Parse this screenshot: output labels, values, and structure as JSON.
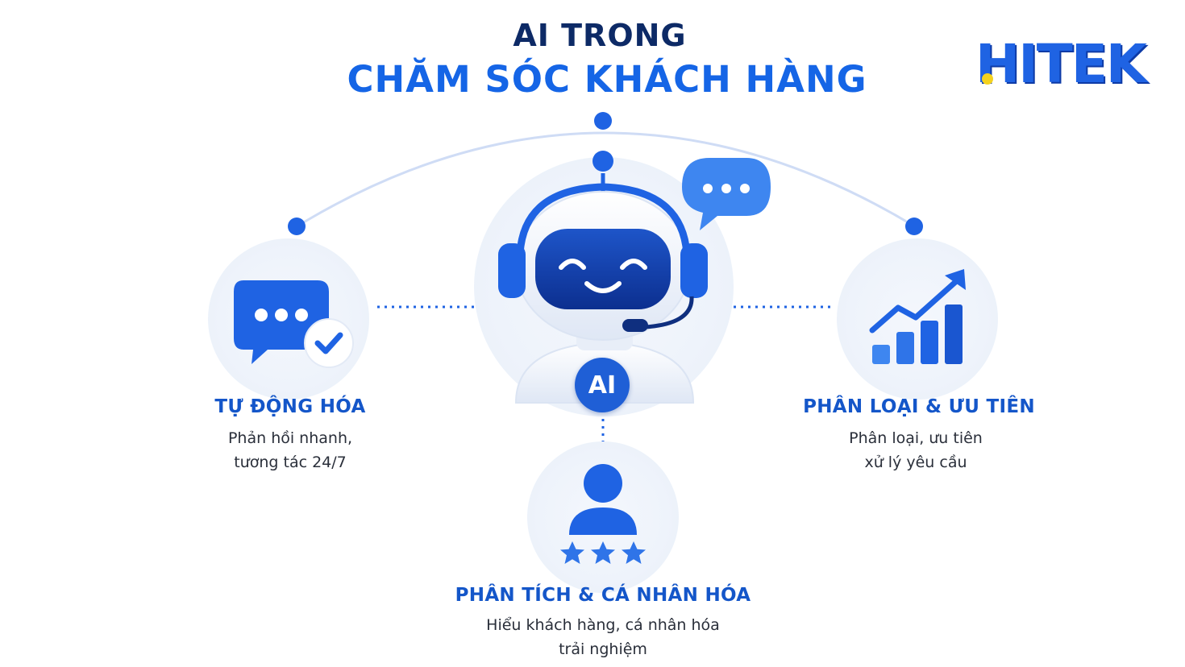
{
  "title": {
    "line1": "AI TRONG",
    "line2": "CHĂM SÓC KHÁCH HÀNG"
  },
  "logo": {
    "text": "HITEK",
    "colors": {
      "primary": "#1f63e3",
      "dot": "#f4d21e"
    }
  },
  "center": {
    "badge": "AI",
    "icon": "robot-headset-icon",
    "bubble_icon": "speech-bubble-dots-icon"
  },
  "features": [
    {
      "title": "TỰ ĐỘNG HÓA",
      "desc_line1": "Phản hồi nhanh,",
      "desc_line2": "tương tác 24/7",
      "icon": "chat-check-icon"
    },
    {
      "title": "PHÂN LOẠI & ƯU TIÊN",
      "desc_line1": "Phân loại, ưu tiên",
      "desc_line2": "xử lý yêu cầu",
      "icon": "growth-chart-icon"
    },
    {
      "title": "PHÂN TÍCH & CÁ NHÂN HÓA",
      "desc_line1": "Hiểu khách hàng, cá nhân hóa",
      "desc_line2": "trải nghiệm",
      "icon": "user-rating-icon"
    }
  ],
  "colors": {
    "accent": "#1565e6",
    "dark_title": "#0d2a66",
    "feature_title": "#1456c9"
  }
}
